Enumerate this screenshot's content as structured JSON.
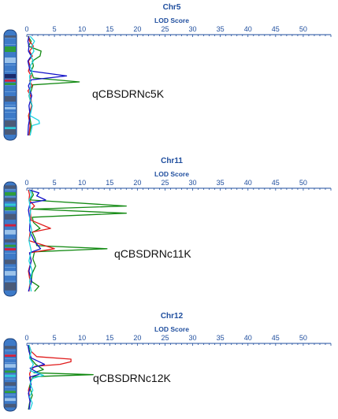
{
  "colors": {
    "title": "#1f4e9e",
    "axis": "#1f4e9e",
    "chrom_fill": "#3d7ac8",
    "chrom_stroke": "#1c3f78",
    "band_dark": "#4a5a78",
    "band_green": "#2e9d3a",
    "band_red": "#d21f3c",
    "band_cyan": "#31c9d8",
    "band_navy": "#1b2a6b",
    "band_light": "#9cc3ea",
    "trace_green": "#138a13",
    "trace_red": "#e01b1b",
    "trace_blue": "#1010c8",
    "trace_cyan": "#1ed3e0",
    "label": "#111111"
  },
  "chart_data": [
    {
      "type": "line",
      "title": "Chr5",
      "xlabel": "LOD Score",
      "xlim": [
        0,
        55
      ],
      "x_ticks": [
        0,
        5,
        10,
        15,
        20,
        25,
        30,
        35,
        40,
        45,
        50
      ],
      "grid": false,
      "annotation": "qCBSDRNc5K",
      "peak": {
        "position": 0.46,
        "lod": 9.5
      },
      "series": [
        {
          "color": "green",
          "values": [
            [
              0.0,
              0.2
            ],
            [
              0.05,
              0.8
            ],
            [
              0.1,
              0.3
            ],
            [
              0.15,
              2.6
            ],
            [
              0.2,
              2.4
            ],
            [
              0.25,
              1.0
            ],
            [
              0.3,
              1.2
            ],
            [
              0.35,
              0.8
            ],
            [
              0.42,
              1.2
            ],
            [
              0.46,
              9.5
            ],
            [
              0.49,
              1.1
            ],
            [
              0.55,
              0.8
            ],
            [
              0.6,
              0.4
            ],
            [
              0.7,
              0.9
            ],
            [
              0.8,
              0.5
            ],
            [
              0.9,
              0.8
            ],
            [
              1.0,
              0.4
            ]
          ]
        },
        {
          "color": "red",
          "values": [
            [
              0.0,
              0.3
            ],
            [
              0.05,
              0.5
            ],
            [
              0.1,
              1.2
            ],
            [
              0.15,
              0.5
            ],
            [
              0.2,
              1.0
            ],
            [
              0.25,
              0.3
            ],
            [
              0.3,
              0.6
            ],
            [
              0.35,
              0.3
            ],
            [
              0.4,
              0.8
            ],
            [
              0.45,
              0.5
            ],
            [
              0.5,
              1.0
            ],
            [
              0.55,
              0.2
            ],
            [
              0.6,
              0.7
            ],
            [
              0.7,
              0.9
            ],
            [
              0.8,
              0.3
            ],
            [
              0.9,
              0.6
            ],
            [
              1.0,
              0.4
            ]
          ]
        },
        {
          "color": "blue",
          "values": [
            [
              0.0,
              0.4
            ],
            [
              0.05,
              0.2
            ],
            [
              0.1,
              0.4
            ],
            [
              0.15,
              0.3
            ],
            [
              0.2,
              0.8
            ],
            [
              0.25,
              0.2
            ],
            [
              0.3,
              0.4
            ],
            [
              0.35,
              0.6
            ],
            [
              0.4,
              7.2
            ],
            [
              0.44,
              0.8
            ],
            [
              0.5,
              0.3
            ],
            [
              0.6,
              0.9
            ],
            [
              0.7,
              0.4
            ],
            [
              0.8,
              0.6
            ],
            [
              0.9,
              0.3
            ],
            [
              1.0,
              0.2
            ]
          ]
        },
        {
          "color": "cyan",
          "values": [
            [
              0.0,
              0.6
            ],
            [
              0.05,
              1.4
            ],
            [
              0.1,
              0.9
            ],
            [
              0.15,
              1.3
            ],
            [
              0.2,
              0.7
            ],
            [
              0.25,
              1.2
            ],
            [
              0.3,
              0.6
            ],
            [
              0.35,
              1.0
            ],
            [
              0.4,
              0.5
            ],
            [
              0.5,
              0.7
            ],
            [
              0.6,
              0.4
            ],
            [
              0.7,
              1.0
            ],
            [
              0.8,
              0.6
            ],
            [
              0.85,
              2.2
            ],
            [
              0.88,
              2.3
            ],
            [
              0.9,
              1.0
            ],
            [
              1.0,
              0.6
            ]
          ]
        }
      ]
    },
    {
      "type": "line",
      "title": "Chr11",
      "xlabel": "LOD Score",
      "xlim": [
        0,
        55
      ],
      "x_ticks": [
        0,
        5,
        10,
        15,
        20,
        25,
        30,
        35,
        40,
        45,
        50
      ],
      "grid": false,
      "annotation": "qCBSDRNc11K",
      "peak": {
        "position": 0.58,
        "lod": 14.5
      },
      "series": [
        {
          "color": "green",
          "values": [
            [
              0.0,
              0.8
            ],
            [
              0.05,
              1.2
            ],
            [
              0.1,
              0.6
            ],
            [
              0.16,
              18.0
            ],
            [
              0.19,
              1.0
            ],
            [
              0.23,
              18.0
            ],
            [
              0.27,
              1.0
            ],
            [
              0.32,
              1.2
            ],
            [
              0.38,
              2.4
            ],
            [
              0.42,
              1.0
            ],
            [
              0.48,
              1.5
            ],
            [
              0.55,
              1.8
            ],
            [
              0.58,
              14.5
            ],
            [
              0.61,
              1.4
            ],
            [
              0.68,
              1.1
            ],
            [
              0.75,
              1.6
            ],
            [
              0.82,
              1.0
            ],
            [
              0.9,
              0.8
            ],
            [
              0.95,
              2.2
            ],
            [
              1.0,
              1.4
            ]
          ]
        },
        {
          "color": "red",
          "values": [
            [
              0.0,
              0.3
            ],
            [
              0.05,
              0.5
            ],
            [
              0.1,
              0.4
            ],
            [
              0.16,
              1.4
            ],
            [
              0.2,
              0.6
            ],
            [
              0.3,
              0.8
            ],
            [
              0.38,
              4.3
            ],
            [
              0.42,
              0.6
            ],
            [
              0.5,
              0.4
            ],
            [
              0.58,
              5.0
            ],
            [
              0.62,
              0.5
            ],
            [
              0.7,
              0.8
            ],
            [
              0.8,
              0.3
            ],
            [
              0.9,
              0.6
            ],
            [
              1.0,
              0.4
            ]
          ]
        },
        {
          "color": "blue",
          "values": [
            [
              0.0,
              0.4
            ],
            [
              0.03,
              2.2
            ],
            [
              0.06,
              1.8
            ],
            [
              0.1,
              3.4
            ],
            [
              0.13,
              0.6
            ],
            [
              0.2,
              0.3
            ],
            [
              0.3,
              0.6
            ],
            [
              0.4,
              0.5
            ],
            [
              0.5,
              1.3
            ],
            [
              0.58,
              2.5
            ],
            [
              0.62,
              0.5
            ],
            [
              0.7,
              0.8
            ],
            [
              0.8,
              0.4
            ],
            [
              0.9,
              0.9
            ],
            [
              1.0,
              0.3
            ]
          ]
        },
        {
          "color": "cyan",
          "values": [
            [
              0.0,
              0.5
            ],
            [
              0.05,
              0.9
            ],
            [
              0.1,
              0.4
            ],
            [
              0.2,
              0.7
            ],
            [
              0.3,
              0.5
            ],
            [
              0.4,
              0.9
            ],
            [
              0.5,
              0.4
            ],
            [
              0.6,
              0.8
            ],
            [
              0.7,
              0.4
            ],
            [
              0.8,
              1.0
            ],
            [
              0.9,
              0.5
            ],
            [
              1.0,
              0.8
            ]
          ]
        }
      ]
    },
    {
      "type": "line",
      "title": "Chr12",
      "xlabel": "LOD Score",
      "xlim": [
        0,
        55
      ],
      "x_ticks": [
        0,
        5,
        10,
        15,
        20,
        25,
        30,
        35,
        40,
        45,
        50
      ],
      "grid": false,
      "annotation": "qCBSDRNc12K",
      "peak": {
        "position": 0.46,
        "lod": 12.0
      },
      "series": [
        {
          "color": "red",
          "values": [
            [
              0.0,
              0.4
            ],
            [
              0.1,
              0.8
            ],
            [
              0.18,
              1.8
            ],
            [
              0.22,
              8.0
            ],
            [
              0.26,
              8.0
            ],
            [
              0.3,
              6.0
            ],
            [
              0.33,
              1.5
            ],
            [
              0.38,
              0.8
            ],
            [
              0.45,
              0.5
            ],
            [
              0.55,
              0.8
            ],
            [
              0.7,
              0.3
            ],
            [
              0.85,
              0.6
            ],
            [
              1.0,
              0.4
            ]
          ]
        },
        {
          "color": "green",
          "values": [
            [
              0.0,
              0.3
            ],
            [
              0.1,
              0.5
            ],
            [
              0.2,
              0.6
            ],
            [
              0.3,
              1.6
            ],
            [
              0.38,
              3.0
            ],
            [
              0.43,
              1.3
            ],
            [
              0.46,
              12.0
            ],
            [
              0.49,
              1.2
            ],
            [
              0.55,
              0.8
            ],
            [
              0.65,
              0.5
            ],
            [
              0.78,
              1.0
            ],
            [
              0.9,
              0.5
            ],
            [
              1.0,
              0.3
            ]
          ]
        },
        {
          "color": "blue",
          "values": [
            [
              0.0,
              0.2
            ],
            [
              0.1,
              0.4
            ],
            [
              0.2,
              0.8
            ],
            [
              0.3,
              3.2
            ],
            [
              0.36,
              0.6
            ],
            [
              0.45,
              2.4
            ],
            [
              0.5,
              0.5
            ],
            [
              0.62,
              0.8
            ],
            [
              0.75,
              0.3
            ],
            [
              0.88,
              0.6
            ],
            [
              1.0,
              0.4
            ]
          ]
        },
        {
          "color": "cyan",
          "values": [
            [
              0.0,
              0.4
            ],
            [
              0.1,
              0.8
            ],
            [
              0.2,
              0.5
            ],
            [
              0.3,
              1.2
            ],
            [
              0.4,
              0.6
            ],
            [
              0.47,
              3.0
            ],
            [
              0.52,
              1.0
            ],
            [
              0.6,
              0.6
            ],
            [
              0.7,
              1.1
            ],
            [
              0.8,
              0.5
            ],
            [
              0.9,
              1.0
            ],
            [
              1.0,
              0.6
            ]
          ]
        }
      ]
    }
  ]
}
